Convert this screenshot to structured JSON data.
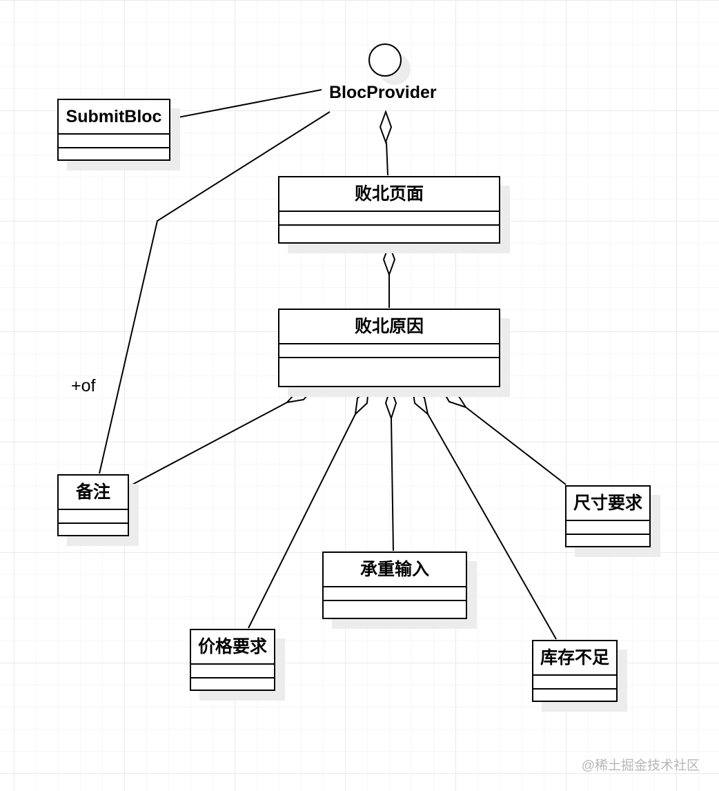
{
  "interface": {
    "name": "BlocProvider"
  },
  "classes": {
    "submit_bloc": "SubmitBloc",
    "fail_page": "败北页面",
    "fail_reason": "败北原因",
    "remark": "备注",
    "size_req": "尺寸要求",
    "weight_input": "承重输入",
    "price_req": "价格要求",
    "stock_short": "库存不足"
  },
  "association_label": "+of",
  "watermark": "@稀土掘金技术社区"
}
